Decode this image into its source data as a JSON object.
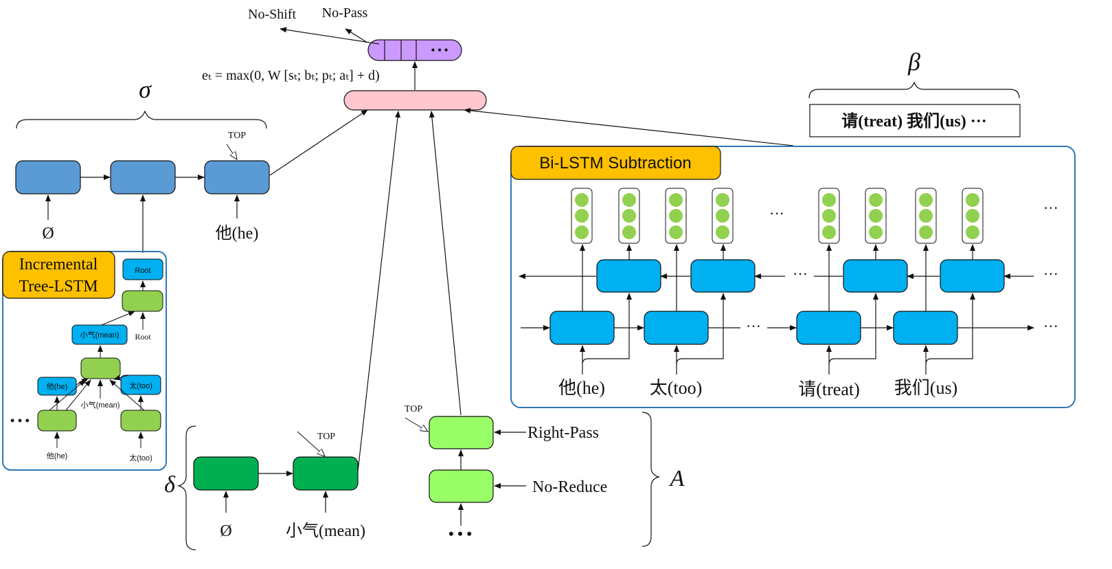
{
  "output": {
    "label_no_shift": "No-Shift",
    "label_no_pass": "No-Pass",
    "dots": "• • •"
  },
  "formula": {
    "text": "eₜ = max(0, W [sₜ; bₜ; pₜ; aₜ] + d)"
  },
  "sigma": {
    "symbol": "σ",
    "top_label": "TOP",
    "input_empty": "Ø",
    "input_he": "他(he)"
  },
  "tree_lstm": {
    "title_line1": "Incremental",
    "title_line2": "Tree-LSTM",
    "root_box": "Root",
    "root_label": "Root",
    "mean_box": "小气(mean)",
    "he_box": "他(he)",
    "too_box": "太(too)",
    "mean_label": "小气(mean)",
    "he_input": "他(he)",
    "too_input": "太(too)",
    "dots": "• • •"
  },
  "beta": {
    "symbol": "β",
    "buffer_text": "请(treat)  我们(us)   ···"
  },
  "bilstm": {
    "title": "Bi-LSTM Subtraction",
    "word_he": "他(he)",
    "word_too": "太(too)",
    "word_treat": "请(treat)",
    "word_us": "我们(us)",
    "ellipsis": "···"
  },
  "delta": {
    "symbol": "δ",
    "top_label": "TOP",
    "input_empty": "Ø",
    "input_mean": "小气(mean)"
  },
  "actions": {
    "symbol": "A",
    "top_label": "TOP",
    "right_pass": "Right-Pass",
    "no_reduce": "No-Reduce",
    "dots": "• • •"
  },
  "colors": {
    "stack_blue": "#5b9bd5",
    "lstm_cyan": "#00b0f0",
    "light_green": "#92d050",
    "dark_green": "#00b050",
    "bright_green": "#99ff66",
    "pink": "#ffc7ce",
    "purple": "#cc99ff",
    "gold": "#ffc000",
    "frame_blue": "#2e75b6"
  }
}
